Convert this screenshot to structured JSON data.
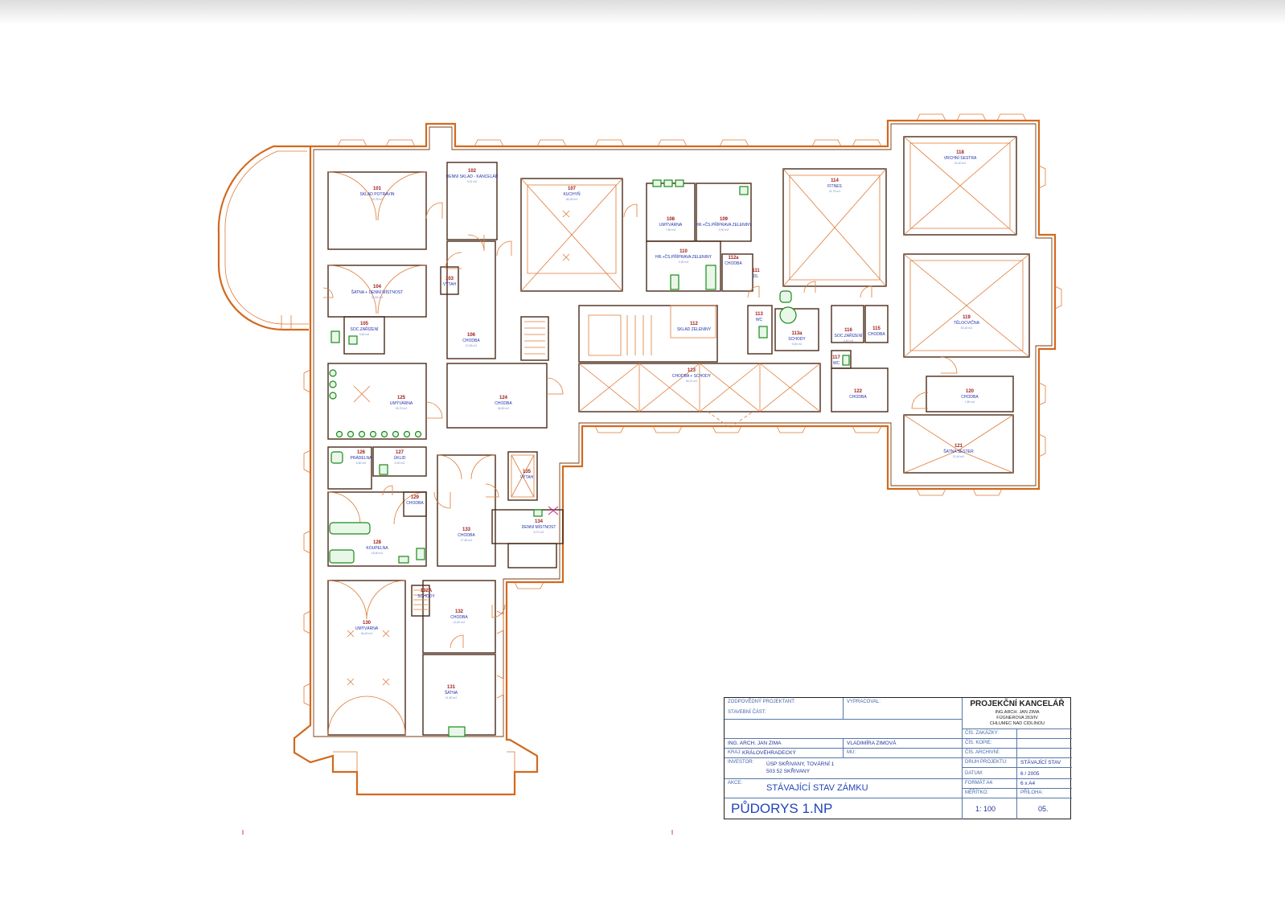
{
  "rooms": [
    {
      "id": "r101",
      "num": "101",
      "name": "SKLAD POTRAVIN",
      "area": "15,78 m2"
    },
    {
      "id": "r102",
      "num": "102",
      "name": "DENNÍ SKLAD - KANCELÁŘ",
      "area": "9,21 m2"
    },
    {
      "id": "r103",
      "num": "103",
      "name": "VÝTAH",
      "area": ""
    },
    {
      "id": "r104",
      "num": "104",
      "name": "ŠATNA + DENNÍ MÍSTNOST",
      "area": "14,62 m2"
    },
    {
      "id": "r105",
      "num": "105",
      "name": "SOC.ZAŘÍZENÍ",
      "area": "3,60 m2"
    },
    {
      "id": "r106",
      "num": "106",
      "name": "CHODBA",
      "area": "12,05 m2"
    },
    {
      "id": "r107",
      "num": "107",
      "name": "KUCHYŇ",
      "area": "46,30 m2"
    },
    {
      "id": "r108",
      "num": "108",
      "name": "UMÝVÁRNA",
      "area": "7,80 m2"
    },
    {
      "id": "r109",
      "num": "109",
      "name": "HR.+ČS.PŘÍPRAVA ZELENINY",
      "area": "9,90 m2"
    },
    {
      "id": "r110",
      "num": "110",
      "name": "HR.+ČS.PŘÍPRAVA ZELENINY",
      "area": "9,30 m2"
    },
    {
      "id": "r111",
      "num": "111",
      "name": "DL",
      "area": ""
    },
    {
      "id": "r112",
      "num": "112",
      "name": "SKLAD ZELENINY",
      "area": ""
    },
    {
      "id": "r112a",
      "num": "112a",
      "name": "CHODBA",
      "area": ""
    },
    {
      "id": "r113",
      "num": "113",
      "name": "WC",
      "area": ""
    },
    {
      "id": "r113a",
      "num": "113a",
      "name": "SCHODY",
      "area": "5,60 m2"
    },
    {
      "id": "r114",
      "num": "114",
      "name": "FITNES",
      "area": "41,79 m2"
    },
    {
      "id": "r115",
      "num": "115",
      "name": "CHODBA",
      "area": ""
    },
    {
      "id": "r116",
      "num": "116",
      "name": "SOC.ZAŘÍZENÍ",
      "area": "3,40 m2"
    },
    {
      "id": "r117",
      "num": "117",
      "name": "WC",
      "area": ""
    },
    {
      "id": "r118",
      "num": "118",
      "name": "VRCHNÍ SESTRA",
      "area": "24,40 m2"
    },
    {
      "id": "r119",
      "num": "119",
      "name": "TĚLOCVIČNA",
      "area": "53,40 m2"
    },
    {
      "id": "r120",
      "num": "120",
      "name": "CHODBA",
      "area": "7,80 m2"
    },
    {
      "id": "r121",
      "num": "121",
      "name": "ŠATNA SESTER",
      "area": "22,40 m2"
    },
    {
      "id": "r122",
      "num": "122",
      "name": "CHODBA",
      "area": ""
    },
    {
      "id": "r123",
      "num": "123",
      "name": "CHODBA + SCHODY",
      "area": "46,21 m2"
    },
    {
      "id": "r124",
      "num": "124",
      "name": "CHODBA",
      "area": "46,50 m2"
    },
    {
      "id": "r125",
      "num": "125",
      "name": "UMÝVÁRNA",
      "area": "30,70 m2"
    },
    {
      "id": "r126",
      "num": "126",
      "name": "PRÁDELNA",
      "area": "6,60 m2"
    },
    {
      "id": "r127",
      "num": "127",
      "name": "ÚKLID",
      "area": "5,30 m2"
    },
    {
      "id": "r128",
      "num": "128",
      "name": "KOUPELNA",
      "area": "18,50 m2"
    },
    {
      "id": "r129",
      "num": "129",
      "name": "CHODBA",
      "area": ""
    },
    {
      "id": "r130",
      "num": "130",
      "name": "UMÝVÁRNA",
      "area": "46,40 m2"
    },
    {
      "id": "r131",
      "num": "131",
      "name": "ŠATNA",
      "area": "21,80 m2"
    },
    {
      "id": "r132",
      "num": "132",
      "name": "CHODBA",
      "area": "11,80 m2"
    },
    {
      "id": "r132a",
      "num": "132A",
      "name": "SCHODY",
      "area": ""
    },
    {
      "id": "r133",
      "num": "133",
      "name": "CHODBA",
      "area": "17,80 m2"
    },
    {
      "id": "r134",
      "num": "134",
      "name": "DENNÍ MÍSTNOST",
      "area": "8,70 m2"
    },
    {
      "id": "r135",
      "num": "135",
      "name": "VÝTAH",
      "area": ""
    }
  ],
  "title_block": {
    "labels": {
      "responsible": "ZODPOVĚDNÝ PROJEKTANT:",
      "drawn": "VYPRACOVAL:",
      "part": "STAVEBNÍ ČÁST:",
      "region": "KRAJ:",
      "authorization": "MÚ:",
      "investor": "INVESTOR:",
      "action": "AKCE:",
      "order_no": "ČÍS. ZAKÁZKY:",
      "copy_no": "ČÍS. KOPIE:",
      "archive_no": "ČÍS. ARCHIVNÍ:",
      "project_type": "DRUH PROJEKTU:",
      "date": "DATUM:",
      "format": "FORMÁT A4:",
      "scale": "MĚŘÍTKO:",
      "attachment": "PŘÍLOHA:"
    },
    "values": {
      "responsible_name": "ING. ARCH. JAN ZIMA",
      "drawn_name": "VLADIMÍRA ZIMOVÁ",
      "region": "KRÁLOVÉHRADECKÝ",
      "investor_line1": "ÚSP SKŘIVANY, TOVÁRNÍ 1",
      "investor_line2": "503 52 SKŘIVANY",
      "action": "STÁVAJÍCÍ STAV ZÁMKU",
      "project_type": "STÁVAJÍCÍ STAV",
      "date": "6 / 2005",
      "format": "6 x A4",
      "drawing_title": "PŮDORYS 1.NP",
      "scale": "1: 100",
      "attachment_no": "05."
    },
    "office": {
      "name": "PROJEKČNÍ KANCELÁŘ",
      "line1": "ING.ARCH. JAN ZIMA",
      "line2": "FÜGNEROVA 263/IV",
      "line3": "CHLUMEC NAD CIDLINOU"
    }
  },
  "colors": {
    "walls": "#d2691e",
    "room_number": "#a0201a",
    "room_name": "#2233aa",
    "fixtures": "#1a8a1a",
    "title_text": "#2244bb"
  }
}
